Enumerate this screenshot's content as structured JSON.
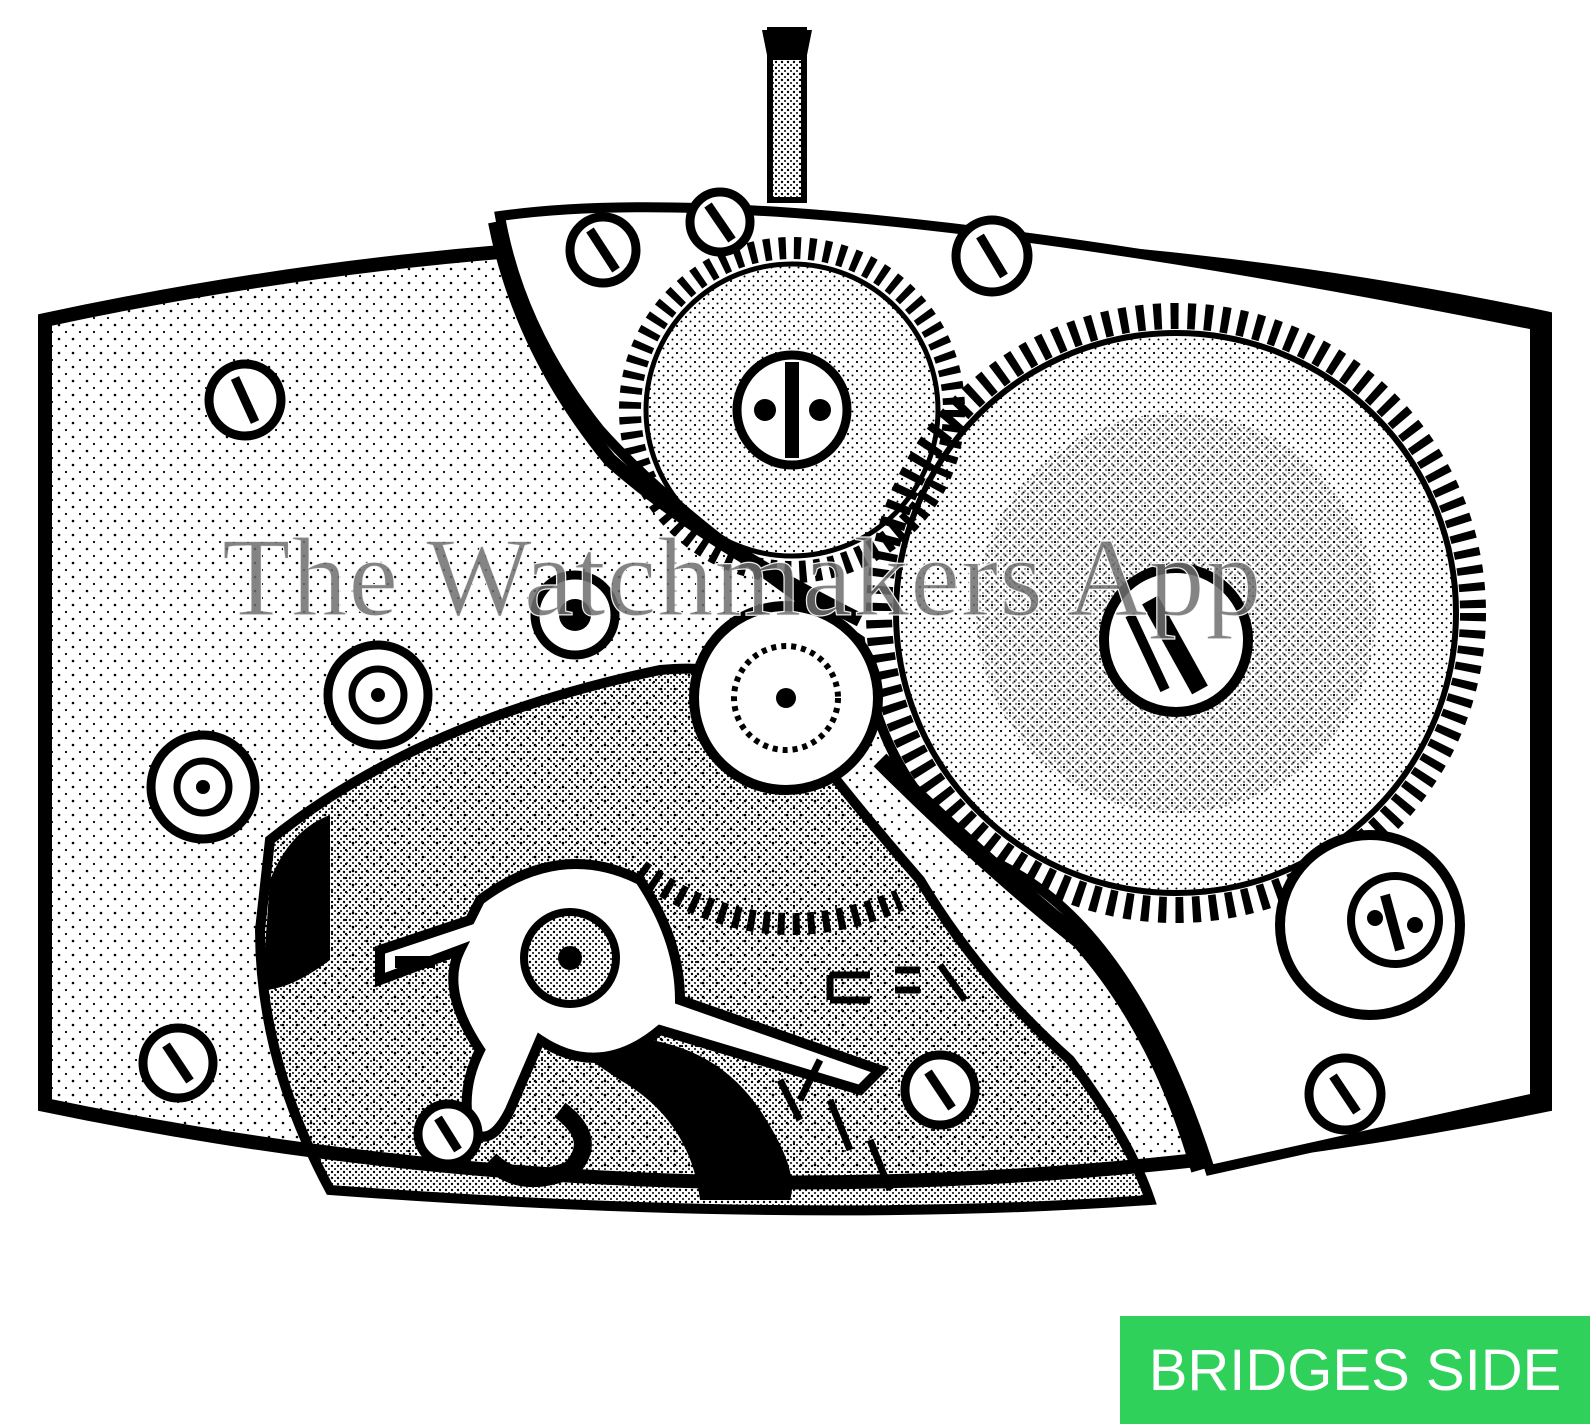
{
  "watermark": {
    "text": "The Watchmakers App"
  },
  "badge": {
    "label": "BRIDGES SIDE",
    "color": "#2fd15a"
  },
  "diagram": {
    "icons": [
      "watch-movement-illustration",
      "gear-icon",
      "screw-icon",
      "jewel-icon",
      "balance-wheel-icon"
    ]
  }
}
